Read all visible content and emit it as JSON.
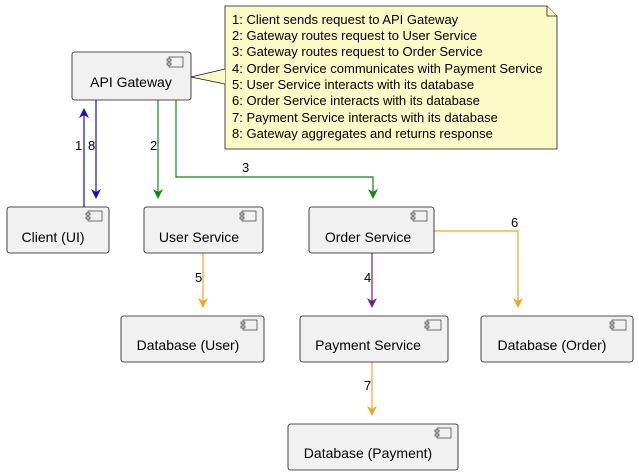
{
  "components": {
    "api_gateway": "API Gateway",
    "client": "Client (UI)",
    "user_service": "User Service",
    "order_service": "Order Service",
    "db_user": "Database (User)",
    "payment_service": "Payment Service",
    "db_order": "Database (Order)",
    "db_payment": "Database (Payment)"
  },
  "note": {
    "lines": [
      "1: Client sends request to API Gateway",
      "2: Gateway routes request to User Service",
      "3: Gateway routes request to Order Service",
      "4: Order Service communicates with Payment Service",
      "5: User Service interacts with its database",
      "6: Order Service interacts with its database",
      "7: Payment Service interacts with its database",
      "8: Gateway aggregates and returns response"
    ]
  },
  "edges": {
    "e1": "1",
    "e8": "8",
    "e2": "2",
    "e3": "3",
    "e4": "4",
    "e5": "5",
    "e6": "6",
    "e7": "7"
  },
  "colors": {
    "blue": "#1010c8",
    "green": "#118811",
    "purple": "#7a1a7a",
    "orange": "#f0a61c",
    "note_fill": "#fbfbc8"
  }
}
